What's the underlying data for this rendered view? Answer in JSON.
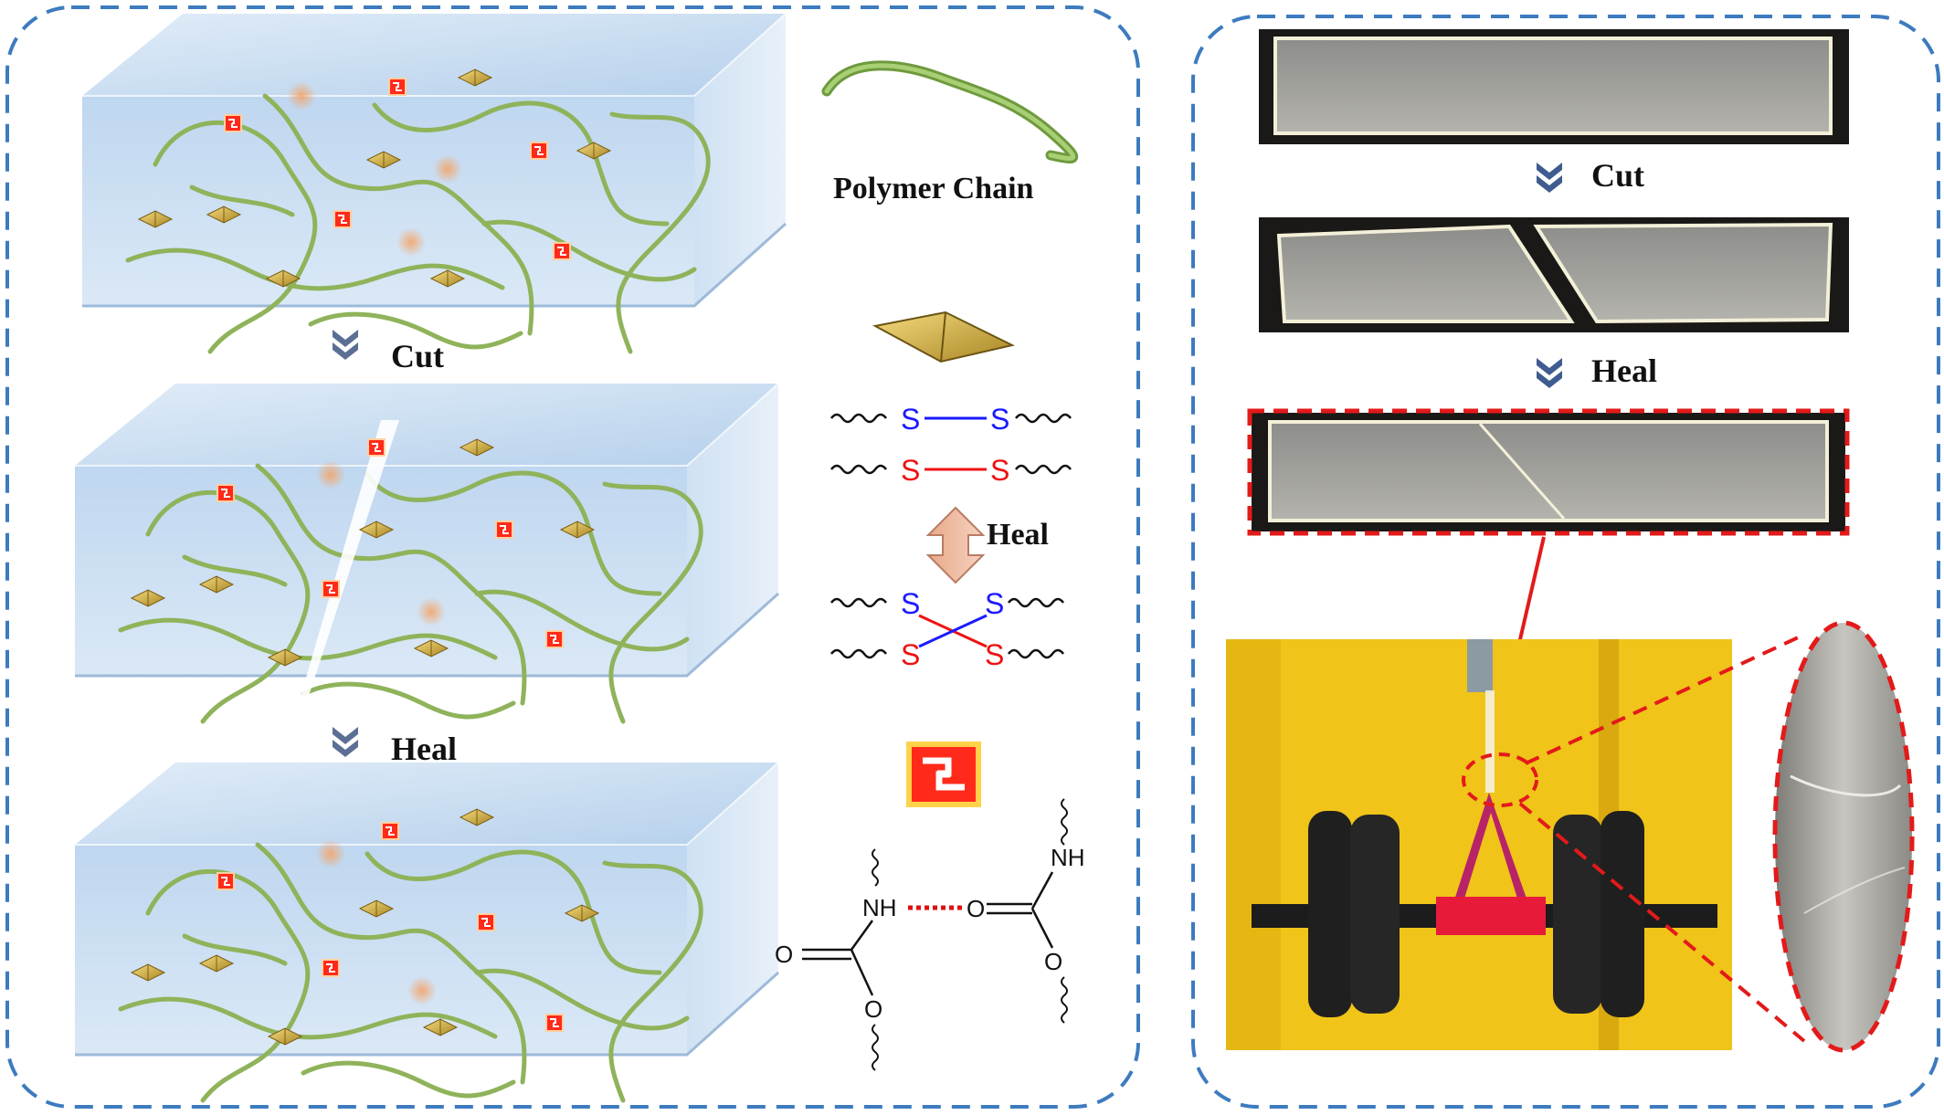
{
  "left_panel": {
    "step_labels": {
      "cut": "Cut",
      "heal": "Heal"
    },
    "legend": {
      "polymer_chain": "Polymer Chain",
      "disulfide_heal": "Heal",
      "s": "S",
      "nh": "NH",
      "o": "O"
    }
  },
  "right_panel": {
    "step_labels": {
      "cut": "Cut",
      "heal": "Heal"
    }
  },
  "colors": {
    "dashed_border": "#3d7bbf",
    "chevron": "#5b6f95",
    "s_blue": "#1a1aff",
    "s_red": "#ee1111",
    "hbond_red": "#e01010",
    "highlight_red": "#e31a1a",
    "chain_green": "#8fb35a",
    "diamond_gold": "#d8b44a",
    "block_blue": "#bcd6ef",
    "backdrop_yellow": "#f0c419"
  }
}
